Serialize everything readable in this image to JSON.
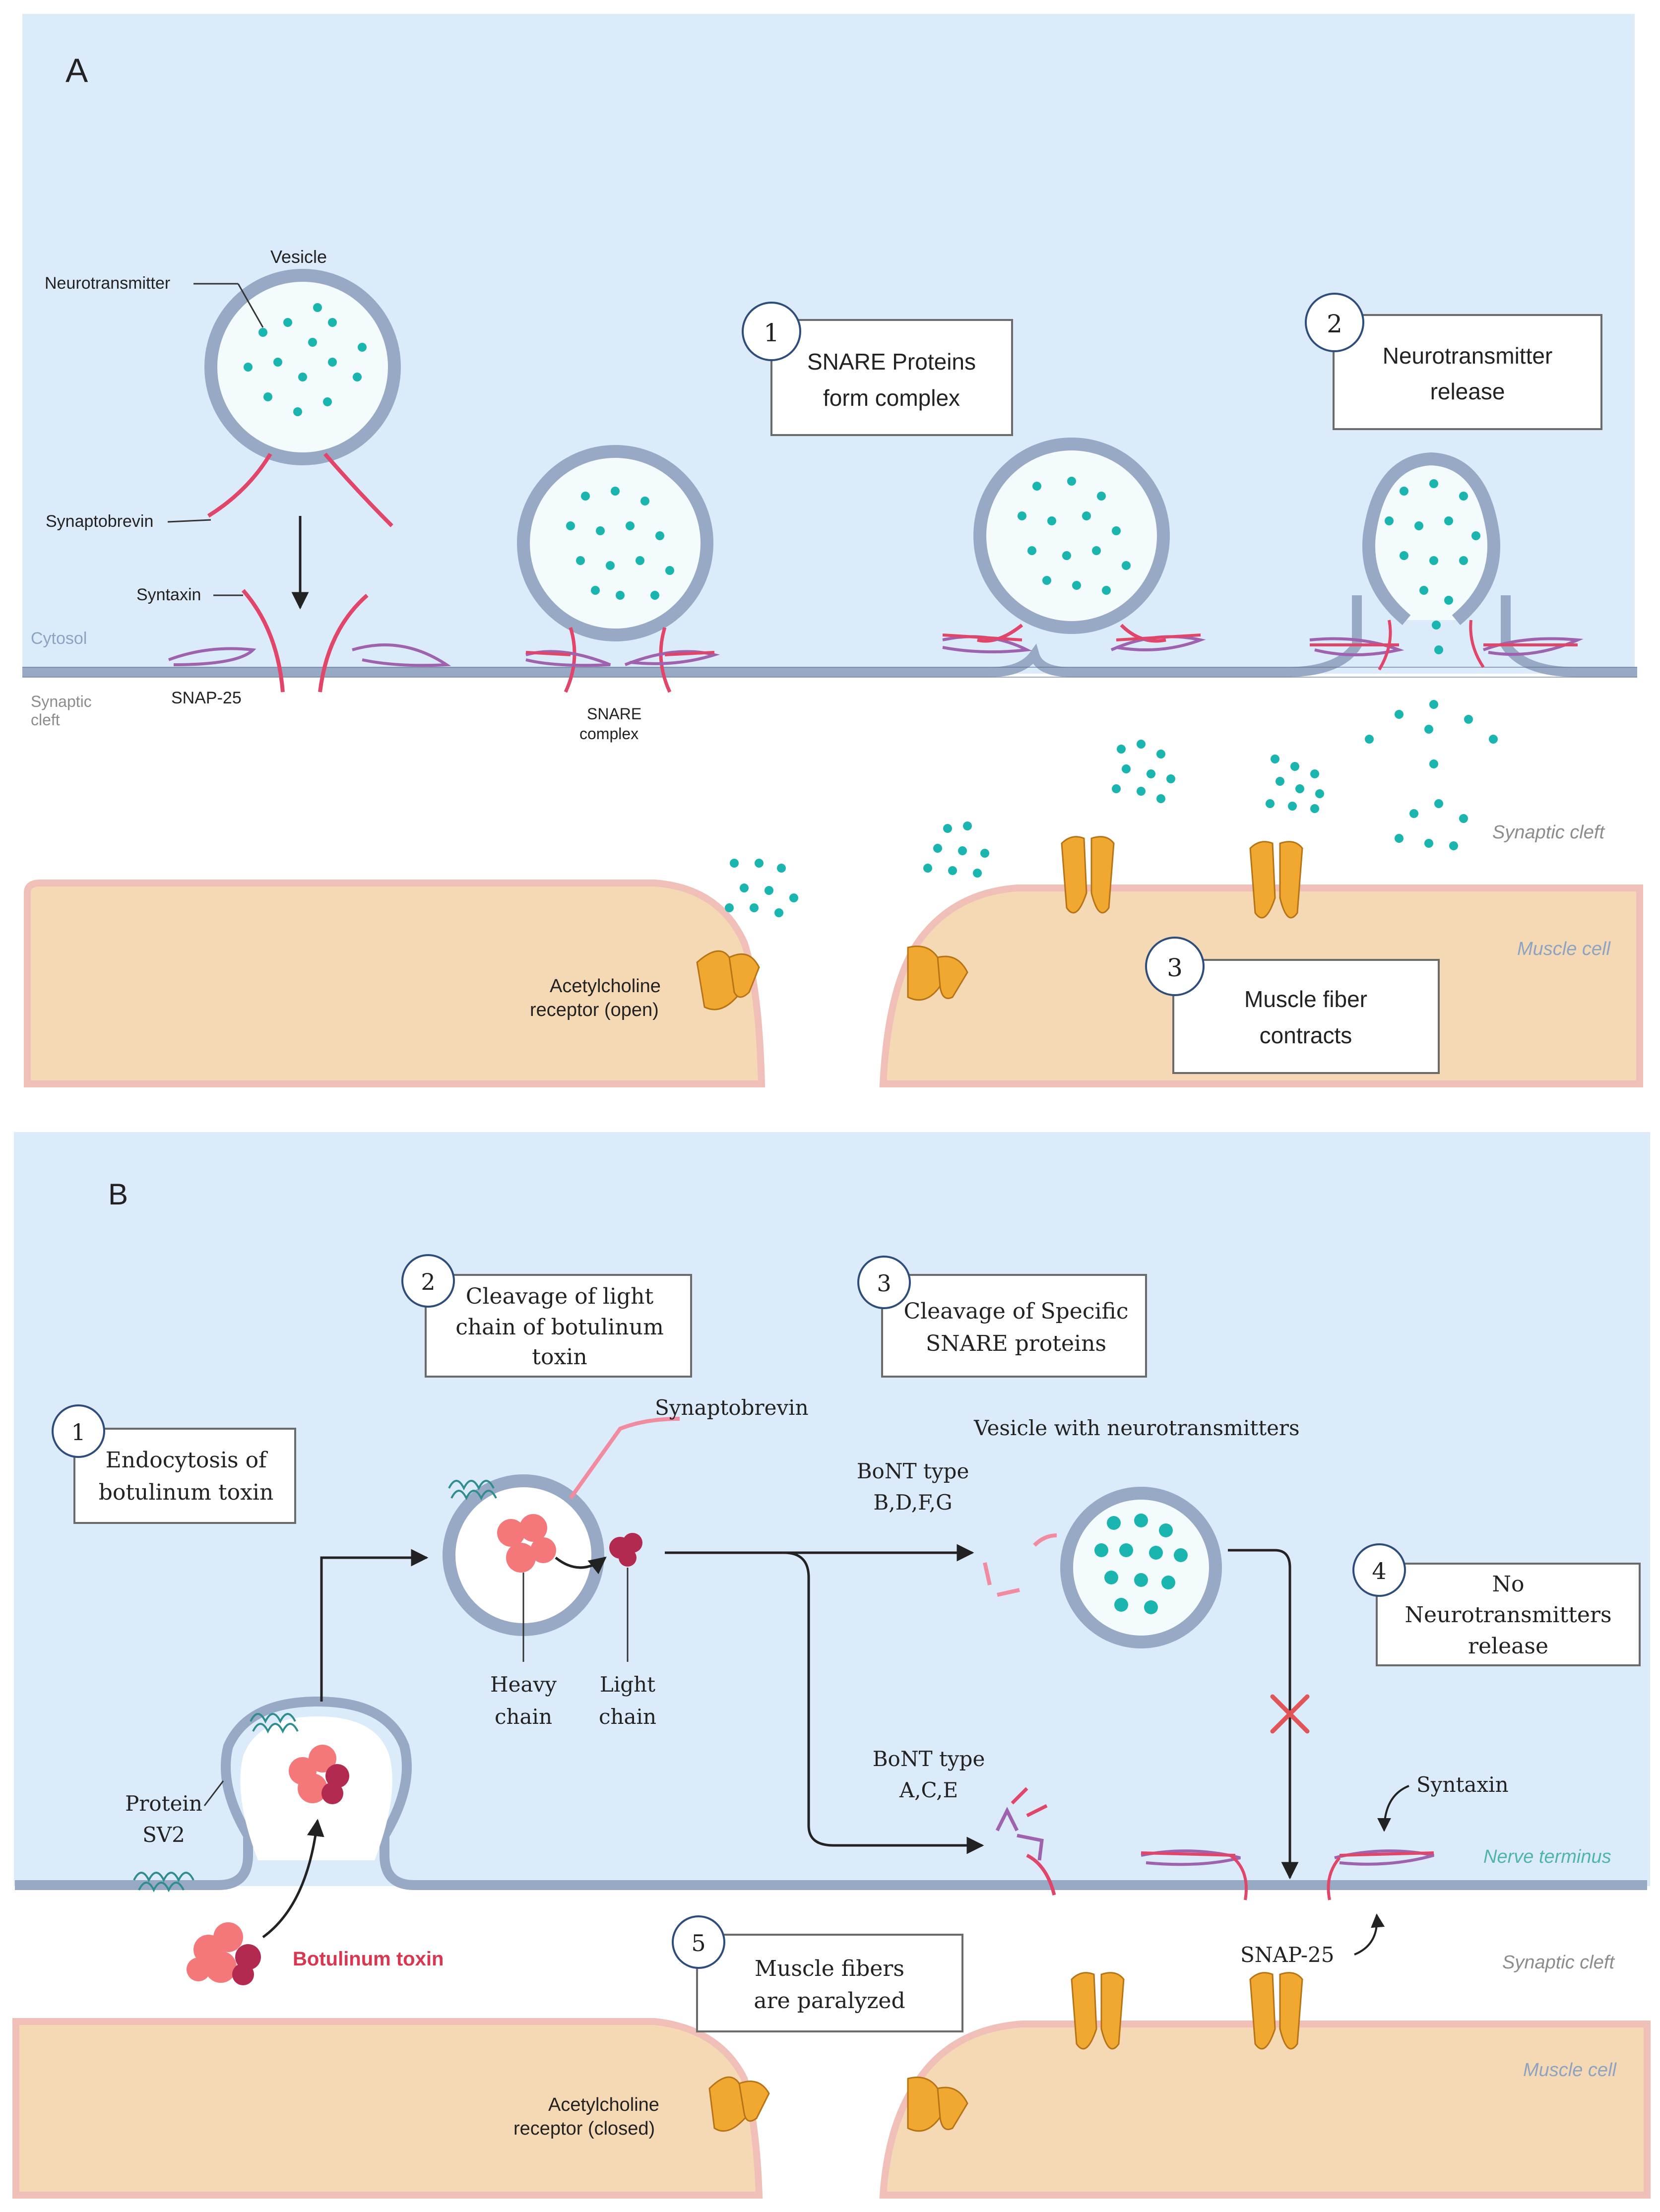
{
  "colors": {
    "cytosol_bg": "#dcebf9",
    "muscle_fill": "#f5d9b5",
    "muscle_edge": "#f0c0b8",
    "membrane": "#97a9c4",
    "membrane_edge": "#5e6f8b",
    "neurotransmitter": "#1bb5b0",
    "snare_red": "#e0466a",
    "snare_purple": "#9e62ae",
    "receptor": "#f0a830",
    "receptor_dark": "#b77417",
    "toxin_heavy": "#f4787a",
    "toxin_light": "#b22a4f",
    "sv2": "#2f8d8f",
    "blocked_mark": "#e05656",
    "box_border": "#6b6b6b",
    "faint_text": "#8da3c2"
  },
  "panel_a": {
    "letter": "A",
    "labels": {
      "vesicle": "Vesicle",
      "neurotransmitter": "Neurotransmitter",
      "synaptobrevin": "Synaptobrevin",
      "syntaxin": "Syntaxin",
      "cytosol": "Cytosol",
      "synaptic_cleft_line1": "Synaptic",
      "synaptic_cleft_line2": "cleft",
      "snap25": "SNAP-25",
      "snare_complex_line1": "SNARE",
      "snare_complex_line2": "complex",
      "synaptic_cleft_right": "Synaptic cleft",
      "muscle_cell": "Muscle cell",
      "ach_receptor_line1": "Acetylcholine",
      "ach_receptor_line2": "receptor (open)"
    },
    "steps": [
      {
        "num": "1",
        "line1": "SNARE Proteins",
        "line2": "form complex"
      },
      {
        "num": "2",
        "line1": "Neurotransmitter",
        "line2": "release"
      },
      {
        "num": "3",
        "line1": "Muscle fiber",
        "line2": "contracts"
      }
    ]
  },
  "panel_b": {
    "letter": "B",
    "steps": [
      {
        "num": "1",
        "lines": [
          "Endocytosis of",
          "botulinum toxin"
        ]
      },
      {
        "num": "2",
        "lines": [
          "Cleavage of light",
          "chain of botulinum",
          "toxin"
        ]
      },
      {
        "num": "3",
        "lines": [
          "Cleavage of Specific",
          "SNARE proteins"
        ]
      },
      {
        "num": "4",
        "lines": [
          "No",
          "Neurotransmitters",
          "release"
        ]
      },
      {
        "num": "5",
        "lines": [
          "Muscle fibers",
          "are paralyzed"
        ]
      }
    ],
    "labels": {
      "synaptobrevin": "Synaptobrevin",
      "vesicle_nt": "Vesicle with neurotransmitters",
      "bont_bdfg_line1": "BoNT type",
      "bont_bdfg_line2": "B,D,F,G",
      "bont_ace_line1": "BoNT type",
      "bont_ace_line2": "A,C,E",
      "heavy_line1": "Heavy",
      "heavy_line2": "chain",
      "light_line1": "Light",
      "light_line2": "chain",
      "protein_sv2_line1": "Protein",
      "protein_sv2_line2": "SV2",
      "botulinum_toxin": "Botulinum toxin",
      "syntaxin": "Syntaxin",
      "snap25": "SNAP-25",
      "nerve_terminus": "Nerve terminus",
      "synaptic_cleft": "Synaptic cleft",
      "muscle_cell": "Muscle cell",
      "ach_receptor_line1": "Acetylcholine",
      "ach_receptor_line2": "receptor (closed)"
    }
  }
}
